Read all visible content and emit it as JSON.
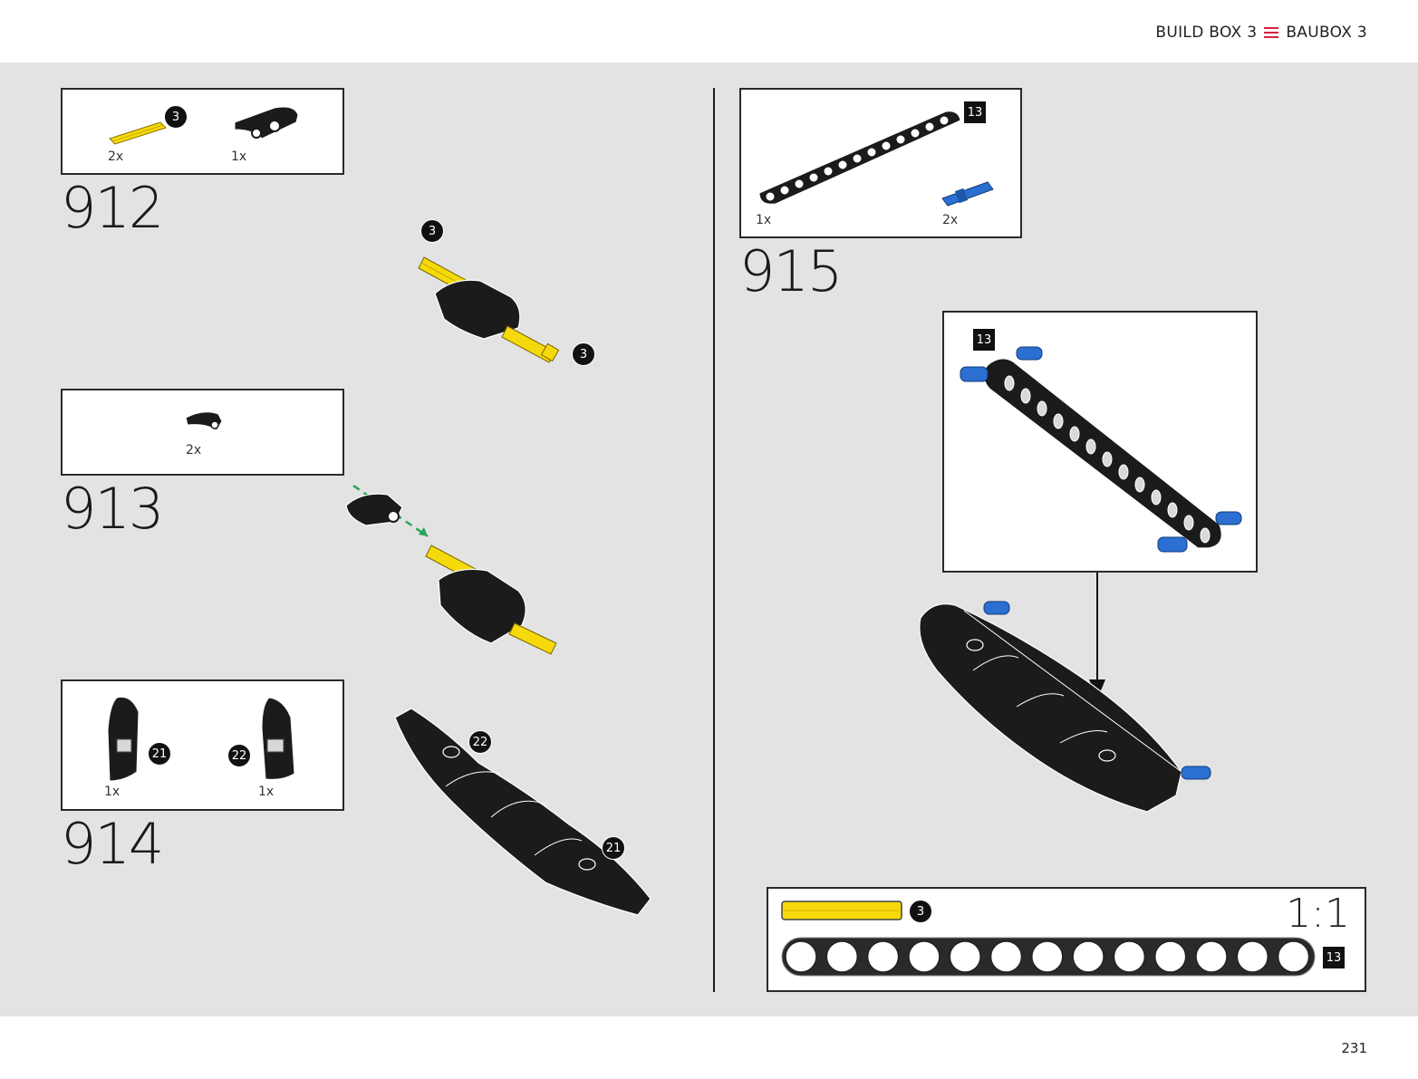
{
  "header": {
    "left": "BUILD BOX 3",
    "right": "BAUBOX 3"
  },
  "colors": {
    "accent": "#d9233f",
    "yellow": "#f5d90a",
    "blue": "#2a6fd1",
    "black": "#1b1b1b",
    "arrow_green": "#29a35a"
  },
  "steps": [
    {
      "number": "912",
      "parts": [
        {
          "name": "axle-yellow",
          "qty": "2x",
          "callout": "3"
        },
        {
          "name": "curved-panel-black",
          "qty": "1x"
        }
      ],
      "callouts": [
        "3",
        "3"
      ]
    },
    {
      "number": "913",
      "parts": [
        {
          "name": "curved-panel-small-black",
          "qty": "2x"
        }
      ]
    },
    {
      "number": "914",
      "parts": [
        {
          "name": "fairing-left",
          "qty": "1x",
          "callout": "21"
        },
        {
          "name": "fairing-right",
          "qty": "1x",
          "callout": "22"
        }
      ],
      "callouts": [
        "22",
        "21"
      ]
    },
    {
      "number": "915",
      "parts": [
        {
          "name": "beam-13",
          "qty": "1x",
          "callout": "13"
        },
        {
          "name": "pin-blue",
          "qty": "2x"
        }
      ],
      "subassembly_callout": "13"
    }
  ],
  "scale_reference": {
    "ratio": "1:1",
    "axle_length": "3",
    "beam_length": "13",
    "beam_holes": 13
  },
  "footer": {
    "page": "231"
  }
}
